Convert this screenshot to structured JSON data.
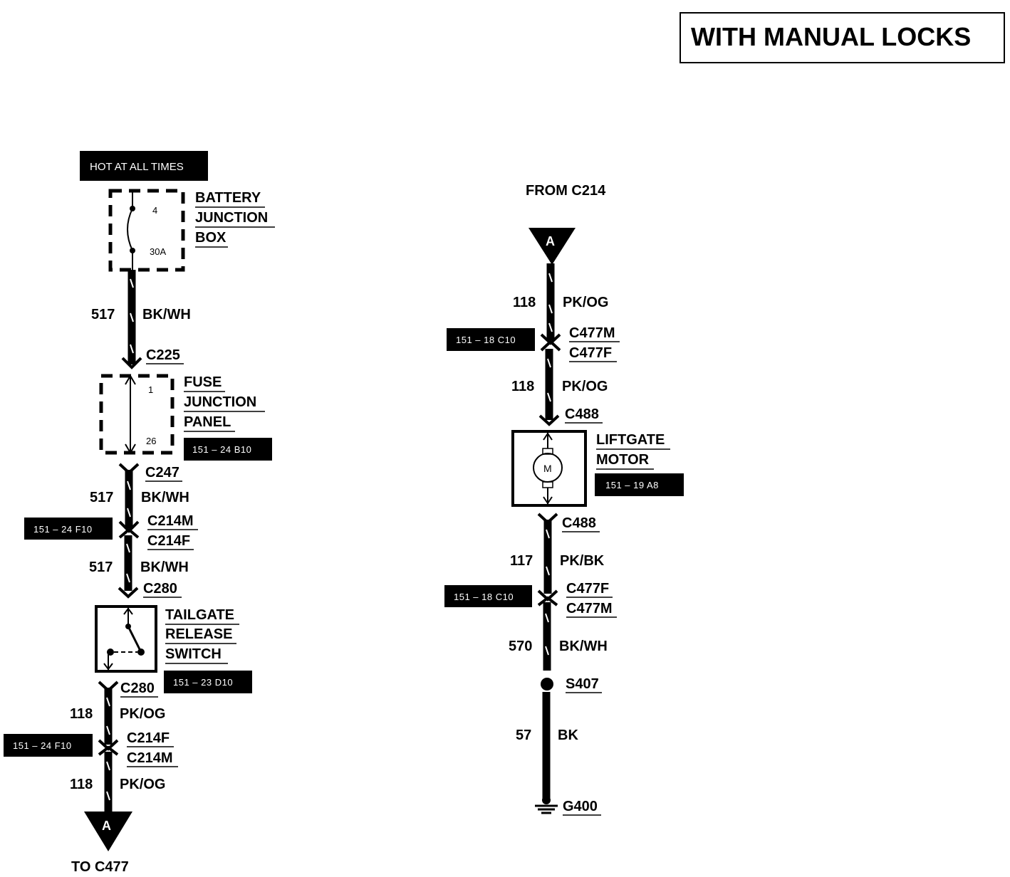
{
  "title": "WITH MANUAL LOCKS",
  "colors": {
    "ink": "#000000",
    "paper": "#ffffff"
  },
  "left": {
    "hot_badge": "HOT AT ALL TIMES",
    "battery_box": {
      "name_lines": [
        "BATTERY",
        "JUNCTION",
        "BOX"
      ],
      "pin": "4",
      "fuse": "30A"
    },
    "w1": {
      "circuit": "517",
      "color": "BK/WH"
    },
    "c225": "C225",
    "fuse_panel": {
      "name_lines": [
        "FUSE",
        "JUNCTION",
        "PANEL"
      ],
      "pin_top": "1",
      "pin_bottom": "26",
      "ref": "151 – 24 B10"
    },
    "c247": "C247",
    "w2": {
      "circuit": "517",
      "color": "BK/WH"
    },
    "c214_top": {
      "lines": [
        "C214M",
        "C214F"
      ],
      "ref": "151 – 24 F10"
    },
    "w3": {
      "circuit": "517",
      "color": "BK/WH"
    },
    "c280_top": "C280",
    "switch": {
      "name_lines": [
        "TAILGATE",
        "RELEASE",
        "SWITCH"
      ],
      "ref": "151 – 23 D10"
    },
    "c280_bottom": "C280",
    "w4": {
      "circuit": "118",
      "color": "PK/OG"
    },
    "c214_bottom": {
      "lines": [
        "C214F",
        "C214M"
      ],
      "ref": "151 – 24 F10"
    },
    "w5": {
      "circuit": "118",
      "color": "PK/OG"
    },
    "arrow_letter": "A",
    "to_label": "TO C477"
  },
  "right": {
    "from_label": "FROM C214",
    "arrow_letter": "A",
    "w1": {
      "circuit": "118",
      "color": "PK/OG"
    },
    "c477_top": {
      "lines": [
        "C477M",
        "C477F"
      ],
      "ref": "151 – 18 C10"
    },
    "w2": {
      "circuit": "118",
      "color": "PK/OG"
    },
    "c488_top": "C488",
    "motor": {
      "name_lines": [
        "LIFTGATE",
        "MOTOR"
      ],
      "symbol": "M",
      "ref": "151 – 19 A8"
    },
    "c488_bottom": "C488",
    "w3": {
      "circuit": "117",
      "color": "PK/BK"
    },
    "c477_bottom": {
      "lines": [
        "C477F",
        "C477M"
      ],
      "ref": "151 – 18 C10"
    },
    "w4": {
      "circuit": "570",
      "color": "BK/WH"
    },
    "splice": "S407",
    "w5": {
      "circuit": "57",
      "color": "BK"
    },
    "ground": "G400"
  }
}
